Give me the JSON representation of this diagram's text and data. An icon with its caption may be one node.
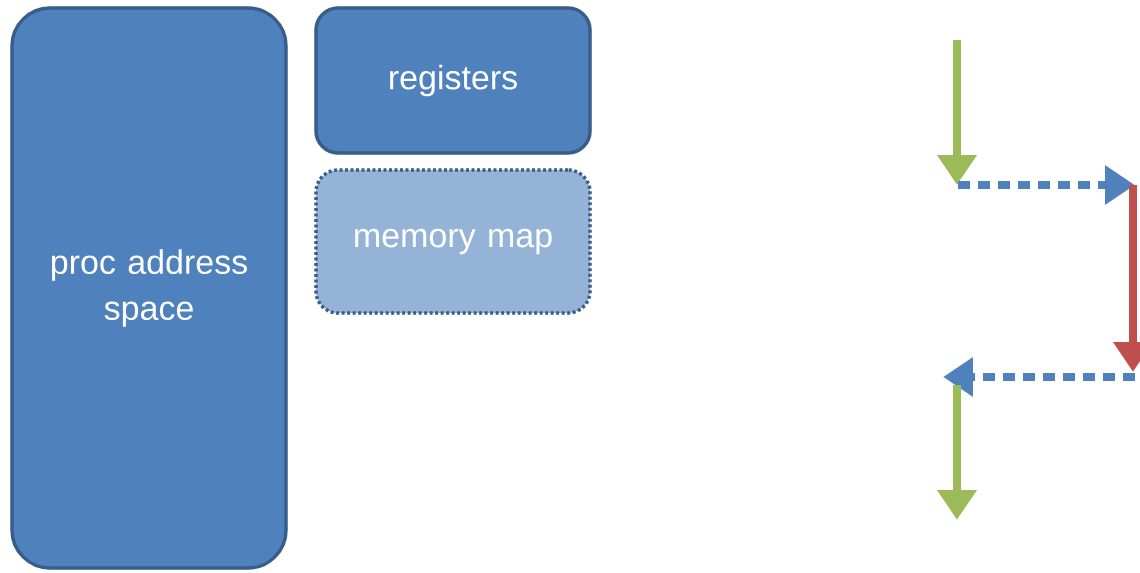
{
  "diagram": {
    "nodes": [
      {
        "text": [
          "proc address space"
        ]
      },
      {
        "text": [
          "registers"
        ]
      },
      {
        "text": [
          "memory map"
        ]
      }
    ]
  }
}
